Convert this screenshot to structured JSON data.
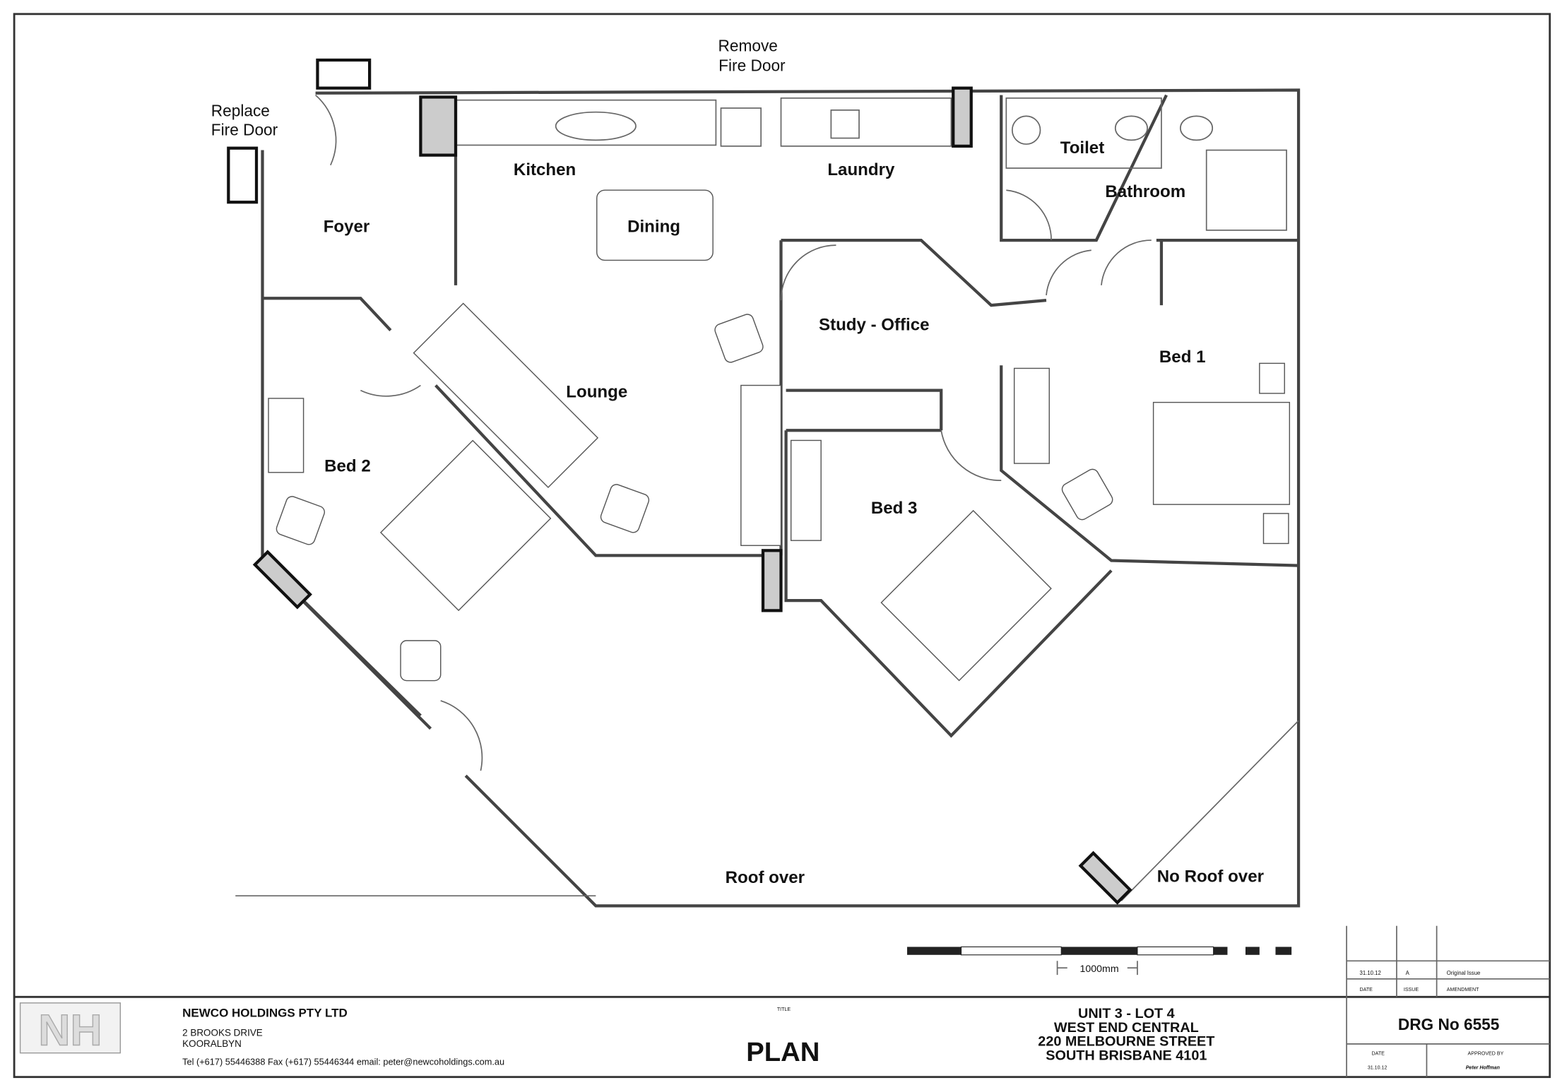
{
  "plan": {
    "notes": {
      "replace_fire_door": [
        "Replace",
        "Fire Door"
      ],
      "remove_fire_door": [
        "Remove",
        "Fire Door"
      ]
    },
    "rooms": {
      "foyer": "Foyer",
      "kitchen": "Kitchen",
      "laundry": "Laundry",
      "toilet": "Toilet",
      "bathroom": "Bathroom",
      "dining": "Dining",
      "study": "Study - Office",
      "bed1": "Bed 1",
      "lounge": "Lounge",
      "bed2": "Bed 2",
      "bed3": "Bed 3",
      "roof_over": "Roof over",
      "no_roof_over": "No Roof over"
    },
    "scale_label": "1000mm"
  },
  "title_block": {
    "company": "NEWCO HOLDINGS PTY LTD",
    "address1": "2 BROOKS DRIVE",
    "address2": "KOORALBYN",
    "contact": "Tel (+617) 55446388  Fax (+617) 55446344  email: peter@newcoholdings.com.au",
    "logo_text": "NH",
    "title_caption": "TITLE",
    "title": "PLAN",
    "project": [
      "UNIT 3 - LOT 4",
      "WEST END CENTRAL",
      "220 MELBOURNE STREET",
      "SOUTH BRISBANE 4101"
    ],
    "revisions": {
      "row": {
        "date": "31.10.12",
        "issue": "A",
        "amendment": "Original Issue"
      },
      "headers": {
        "date": "DATE",
        "issue": "ISSUE",
        "amendment": "AMENDMENT"
      }
    },
    "drawing_number": "DRG No 6555",
    "date_label": "DATE",
    "date_value": "31.10.12",
    "approved_label": "APPROVED BY",
    "approved_value": "Peter Hoffman"
  }
}
